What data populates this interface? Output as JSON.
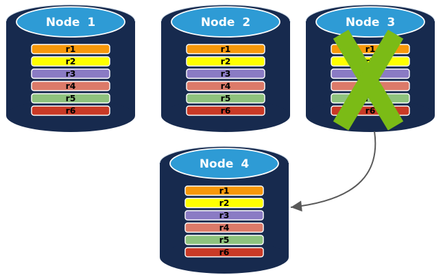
{
  "diagram": {
    "nodes": [
      {
        "title": "Node 1"
      },
      {
        "title": "Node 2"
      },
      {
        "title": "Node 3",
        "failed": true
      },
      {
        "title": "Node 4"
      }
    ],
    "rows": [
      {
        "label": "r1",
        "color": "#F7980A"
      },
      {
        "label": "r2",
        "color": "#FFFF00"
      },
      {
        "label": "r3",
        "color": "#8A7BC4"
      },
      {
        "label": "r4",
        "color": "#DC7A69"
      },
      {
        "label": "r5",
        "color": "#8EC27D"
      },
      {
        "label": "r6",
        "color": "#C93A26"
      }
    ],
    "colors": {
      "cylinder_body": "#172A4E",
      "cylinder_top": "#2E9BD5",
      "bar_border": "#FFFFFF",
      "node_title": "#FFFFFF",
      "row_label": "#000000",
      "failure_x": "#7BBB16",
      "arrow": "#595959"
    },
    "arrow": {
      "from": "Node 3",
      "to": "Node 4"
    }
  }
}
